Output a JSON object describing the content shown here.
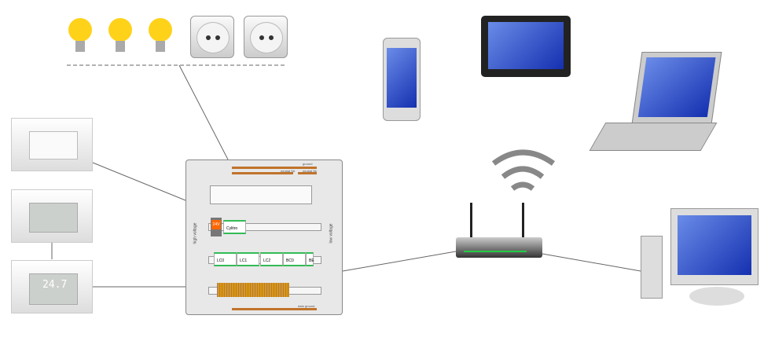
{
  "panel": {
    "ground": "ground",
    "neutral_a": "neutral 5A",
    "neutral_b": "neutral 5b",
    "high_voltage": "high voltage",
    "low_voltage": "low voltage",
    "psu": "24V",
    "module": "Cylitro",
    "modules": [
      "LC0",
      "LC1",
      "LC2",
      "BC0",
      "BE"
    ],
    "data_ground": "data ground"
  },
  "thermostat": {
    "display": "24.7"
  },
  "colors": {
    "wire": "#666",
    "screen": "#1f3fc8",
    "bar": "#c0732a"
  }
}
